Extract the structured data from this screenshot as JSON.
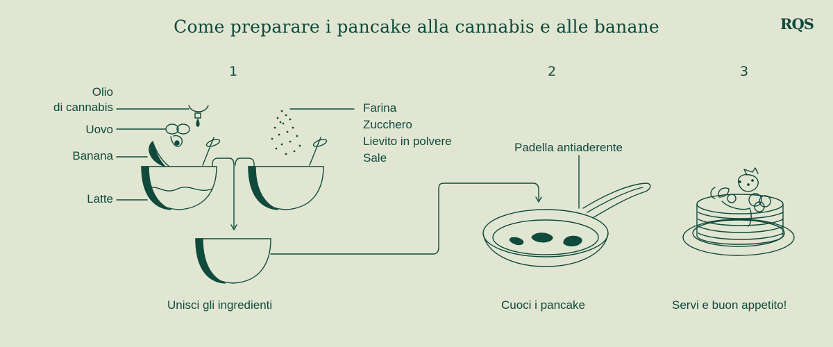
{
  "title": "Come preparare i pancake alla cannabis e alle banane",
  "logo": "RQS",
  "colors": {
    "background": "#e1e6d2",
    "ink": "#0f4a3c"
  },
  "steps": [
    {
      "number": "1",
      "caption": "Unisci gli ingredienti"
    },
    {
      "number": "2",
      "caption": "Cuoci i pancake"
    },
    {
      "number": "3",
      "caption": "Servi e buon appetito!"
    }
  ],
  "ingredients_left": {
    "oil": "Olio\ndi cannabis",
    "egg": "Uovo",
    "banana": "Banana",
    "milk": "Latte"
  },
  "ingredients_right": [
    "Farina",
    "Zucchero",
    "Lievito in polvere",
    "Sale"
  ],
  "pan_label": "Padella antiaderente"
}
